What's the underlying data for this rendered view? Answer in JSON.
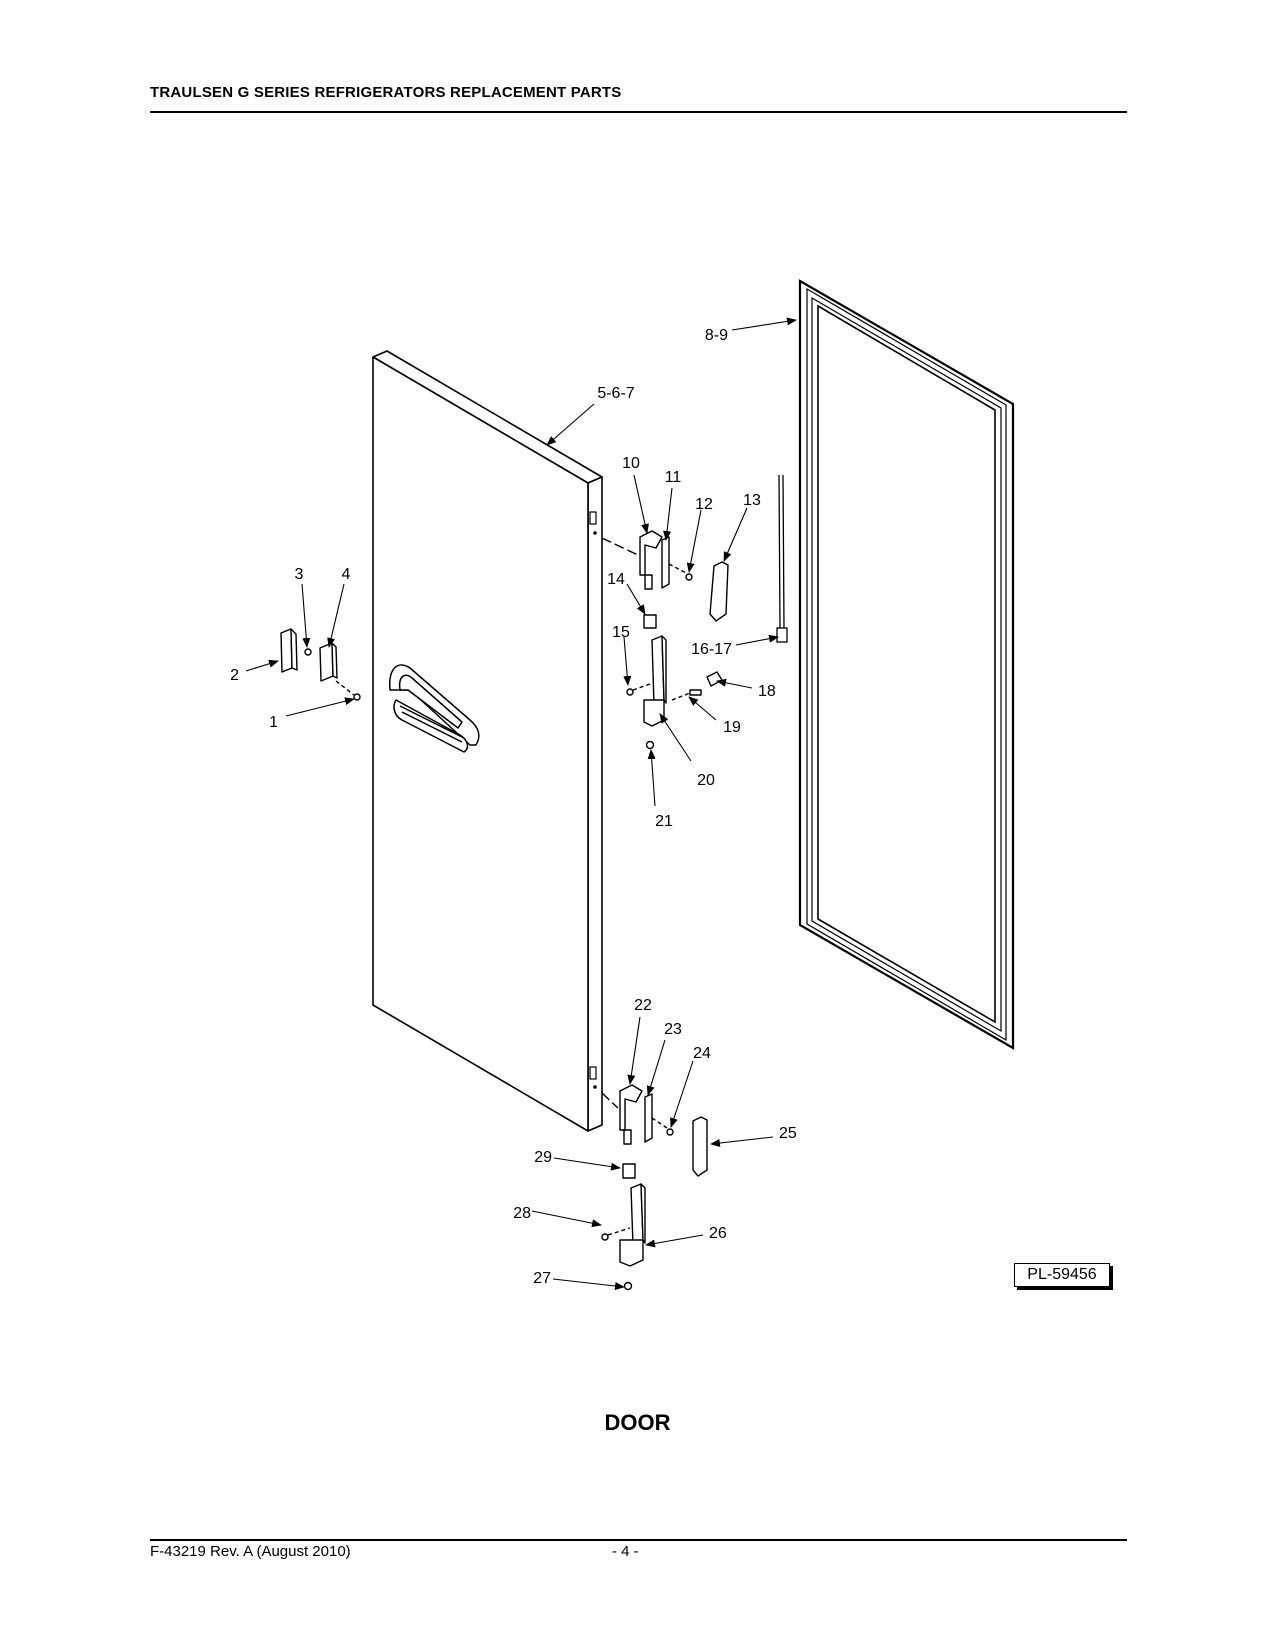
{
  "header": {
    "title": "TRAULSEN G SERIES REFRIGERATORS REPLACEMENT PARTS"
  },
  "diagram": {
    "callouts": [
      "1",
      "2",
      "3",
      "4",
      "5-6-7",
      "8-9",
      "10",
      "11",
      "12",
      "13",
      "14",
      "15",
      "16-17",
      "18",
      "19",
      "20",
      "21",
      "22",
      "23",
      "24",
      "25",
      "26",
      "27",
      "28",
      "29"
    ],
    "drawing_id": "PL-59456"
  },
  "section_title": "DOOR",
  "footer": {
    "document": "F-43219 Rev. A (August 2010)",
    "page": "- 4 -"
  }
}
